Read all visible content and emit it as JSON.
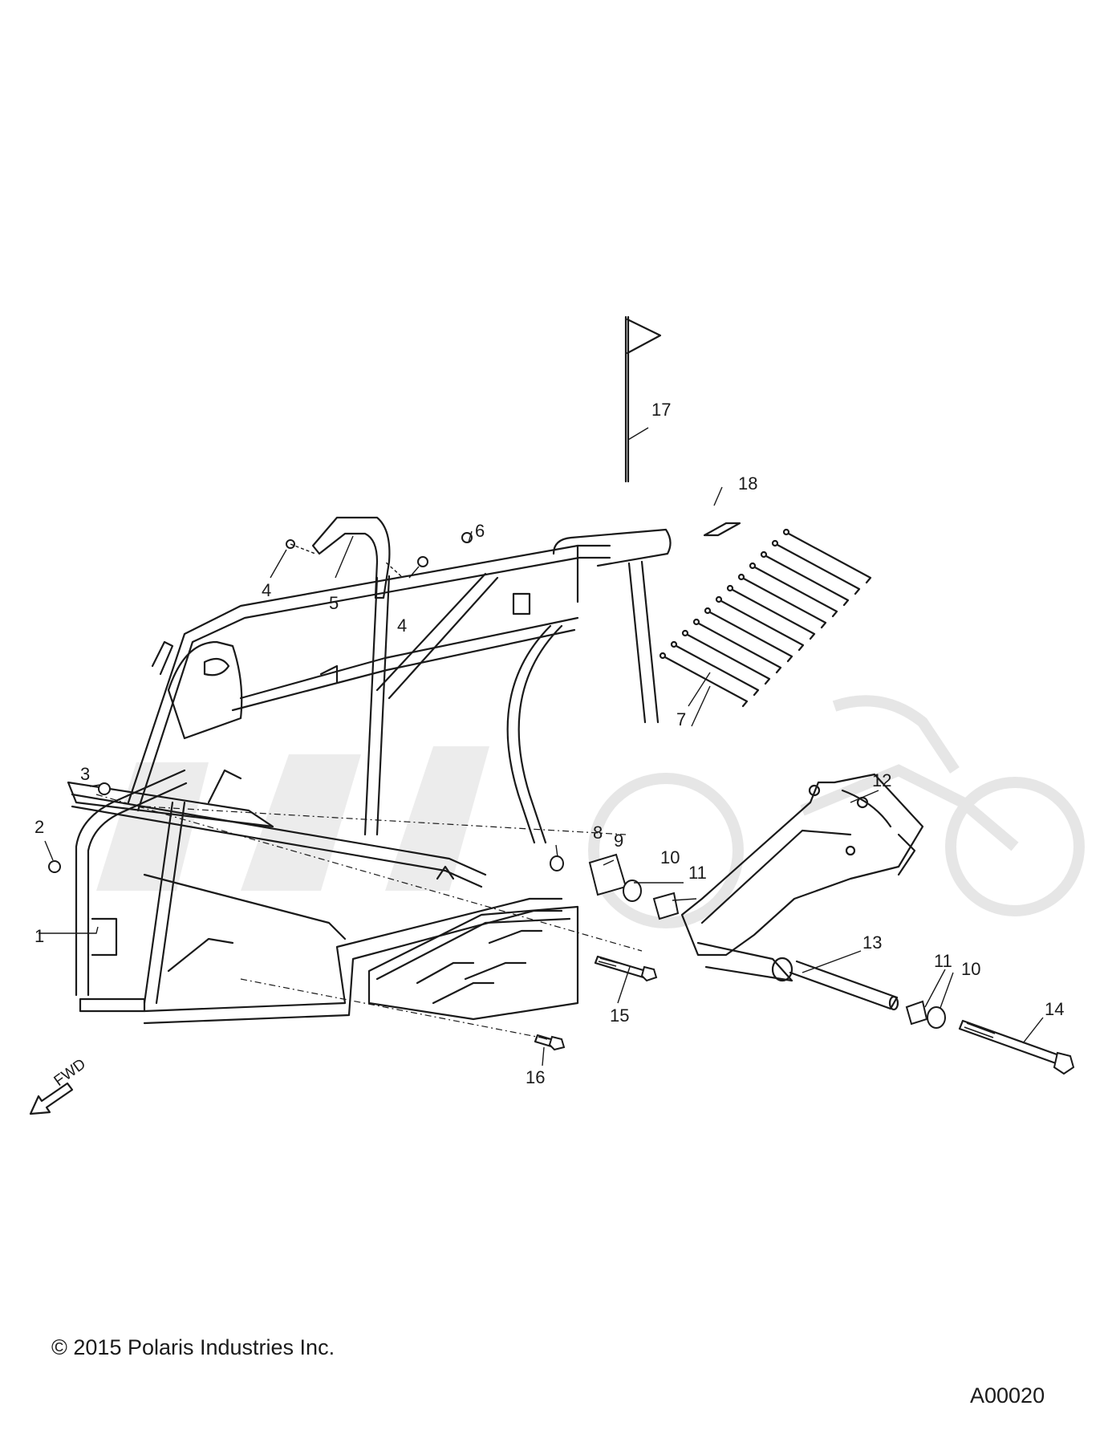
{
  "diagram": {
    "callouts": {
      "c1": "1",
      "c2": "2",
      "c3": "3",
      "c4a": "4",
      "c4b": "4",
      "c5": "5",
      "c6": "6",
      "c7": "7",
      "c8": "8",
      "c9": "9",
      "c10a": "10",
      "c10b": "10",
      "c11a": "11",
      "c11b": "11",
      "c12": "12",
      "c13": "13",
      "c14": "14",
      "c15": "15",
      "c16": "16",
      "c17": "17",
      "c18": "18"
    },
    "direction_label": "FWD"
  },
  "footer": {
    "copyright": "© 2015 Polaris Industries Inc.",
    "figure_id": "A00020"
  }
}
